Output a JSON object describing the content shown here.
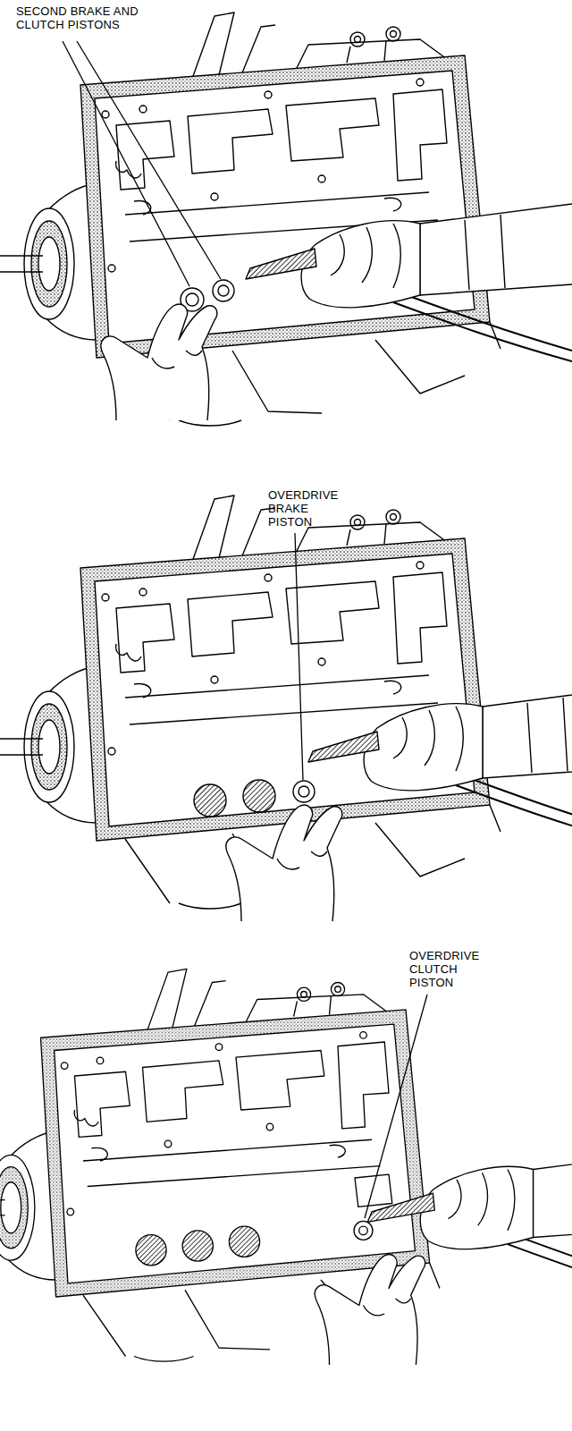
{
  "diagram": {
    "labels": [
      "SECOND BRAKE AND CLUTCH PISTONS",
      "OVERDRIVE BRAKE PISTON",
      "OVERDRIVE CLUTCH PISTON"
    ]
  }
}
